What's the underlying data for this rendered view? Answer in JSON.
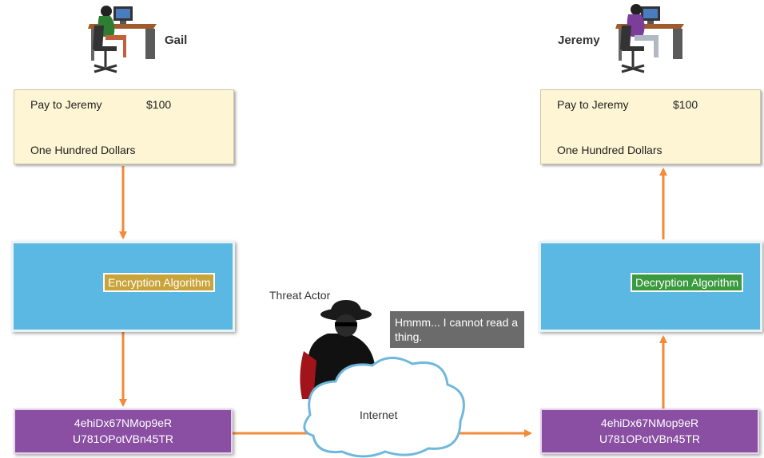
{
  "sender": {
    "name": "Gail"
  },
  "receiver": {
    "name": "Jeremy"
  },
  "check_left": {
    "pay_to": "Pay to Jeremy",
    "amount": "$100",
    "amount_words": "One Hundred Dollars"
  },
  "check_right": {
    "pay_to": "Pay to Jeremy",
    "amount": "$100",
    "amount_words": "One Hundred Dollars"
  },
  "encrypt": {
    "label": "Encryption Algorithm",
    "label_color": "#c9a43a"
  },
  "decrypt": {
    "label": "Decryption Algorithm",
    "label_color": "#3a9a3f"
  },
  "ciphertext_left": {
    "line1": "4ehiDx67NMop9eR",
    "line2": "U781OPotVBn45TR"
  },
  "ciphertext_right": {
    "line1": "4ehiDx67NMop9eR",
    "line2": "U781OPotVBn45TR"
  },
  "threat": {
    "label": "Threat Actor",
    "speech": "Hmmm... I cannot read a thing."
  },
  "network": {
    "label": "Internet"
  },
  "colors": {
    "arrow": "#f28a38",
    "algo_box": "#5ab8e2",
    "cipher_box": "#8a4fa3",
    "check_bg": "#fdf5d3"
  }
}
